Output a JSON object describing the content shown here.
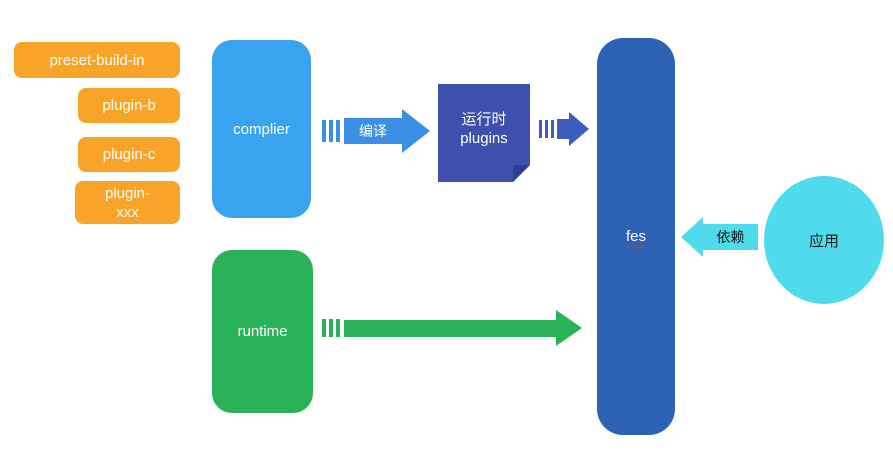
{
  "palette": {
    "orange": "#F7A428",
    "light_blue": "#38A3EE",
    "green": "#2AB259",
    "indigo": "#3E4FAE",
    "indigo_dark": "#303E96",
    "arrow_blue": "#3B8FE4",
    "arrow_navy": "#3C5CBE",
    "fes_blue": "#2D61B5",
    "cyan": "#4FDBEB",
    "squiggle_red": "#E0312E"
  },
  "plugin_stack": {
    "items": [
      {
        "label": "preset-build-in"
      },
      {
        "label": "plugin-b"
      },
      {
        "label": "plugin-c"
      },
      {
        "label": "plugin-\nxxx"
      }
    ]
  },
  "nodes": {
    "complier": {
      "label": "complier"
    },
    "runtime": {
      "label": "runtime"
    },
    "runtime_plugins": {
      "label": "运行时\nplugins"
    },
    "fes": {
      "label": "fes"
    },
    "app": {
      "label": "应用"
    }
  },
  "arrows": {
    "compile": {
      "label": "编译"
    },
    "depend": {
      "label": "依赖"
    }
  }
}
